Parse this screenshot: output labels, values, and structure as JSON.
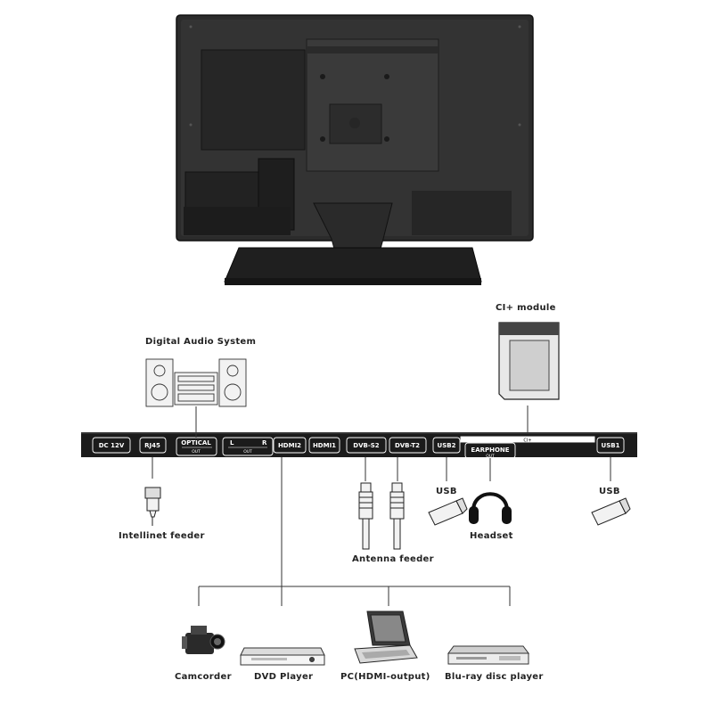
{
  "ports": {
    "dc12v": "DC 12V",
    "rj45": "RJ45",
    "optical": "OPTICAL",
    "optical_sub": "OUT",
    "audio_l": "L",
    "audio_r": "R",
    "audio_sub": "OUT",
    "hdmi2": "HDMI2",
    "hdmi1": "HDMI1",
    "dvb_s2": "DVB-S2",
    "dvb_t2": "DVB-T2",
    "usb2": "USB2",
    "ci_slot": "CI+",
    "earphone": "EARPHONE",
    "earphone_sub": "OUT",
    "usb1": "USB1"
  },
  "devices": {
    "ci_module": "CI+ module",
    "digital_audio": "Digital Audio System",
    "intellinet": "Intellinet feeder",
    "antenna": "Antenna feeder",
    "usb_left": "USB",
    "headset": "Headset",
    "usb_right": "USB",
    "camcorder": "Camcorder",
    "dvd": "DVD Player",
    "pc": "PC(HDMI-output)",
    "bluray": "Blu-ray disc player"
  },
  "icons": [
    "tv-back-icon",
    "ci-module-icon",
    "audio-system-icon",
    "ethernet-plug-icon",
    "antenna-plug-icon",
    "usb-stick-icon",
    "headset-icon",
    "camcorder-icon",
    "dvd-player-icon",
    "laptop-icon",
    "bluray-player-icon"
  ]
}
